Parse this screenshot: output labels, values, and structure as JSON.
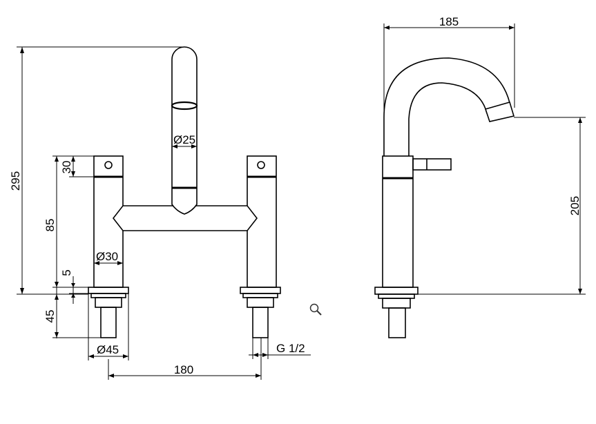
{
  "dimensions": {
    "total_height": "295",
    "handle_height": "30",
    "body_height": "85",
    "flange": "5",
    "shank_length": "45",
    "spout_diameter": "Ø25",
    "body_diameter": "Ø30",
    "base_diameter": "Ø45",
    "centers": "180",
    "thread": "G 1/2",
    "spout_reach": "185",
    "spout_height": "205"
  },
  "icons": {
    "zoom": "magnifier-icon"
  }
}
